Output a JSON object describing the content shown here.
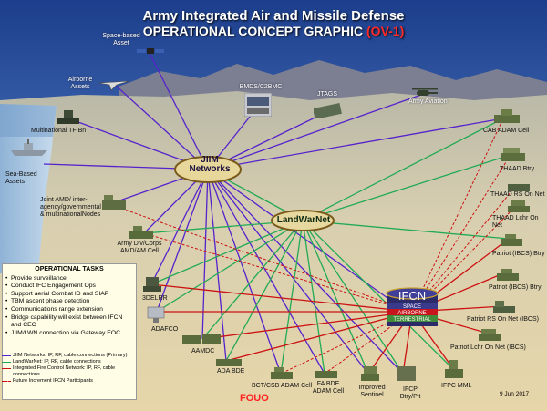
{
  "title": "Army Integrated Air and Missile Defense",
  "subtitle": "OPERATIONAL CONCEPT GRAPHIC",
  "subtitle_tag": "(OV-1)",
  "hubs": {
    "jiim": "JIIM\nNetworks",
    "landwarnet": "LandWarNet",
    "ifcn": "IFCN",
    "ifcn_bands": [
      "SPACE",
      "AIRBORNE",
      "TERRESTRIAL"
    ]
  },
  "nodes": {
    "space_asset": "Space-based\nAsset",
    "airborne_assets": "Airborne\nAssets",
    "multinational_tf": "Multinational TF Bn",
    "sea_based": "Sea-Based\nAssets",
    "bmds": "BMDS/C2BMC",
    "jtags": "JTAGS",
    "army_aviation": "Army Aviation",
    "cab_adam": "CAB ADAM Cell",
    "joint_amd": "Joint AMD/ inter-\nagency/governmental\n& multinationalNodes",
    "army_div": "Army Div/Corps\nAMD/AM Cell",
    "thaad_btry": "THAAD Btry",
    "thaad_rs": "THAAD RS On Net",
    "thaad_lchr": "THAAD Lchr  On Net",
    "patriot_ibcs_1": "Patriot (IBCS) Btry",
    "patriot_ibcs_2": "Patriot (IBCS) Btry",
    "patriot_rs": "Patriot RS On Net (IBCS)",
    "patriot_lchr": "Patriot Lchr On Net (IBCS)",
    "delrr": "3DELRR",
    "adafco": "ADAFCO",
    "aamdc": "AAMDC",
    "ada_bde": "ADA BDE",
    "bct_csb": "BCT/CSB ADAM Cell",
    "fa_bde": "FA  BDE\nADAM Cell",
    "improved_sentinel": "Improved\nSentinel",
    "ifcp_btry": "IFCP\nBtry/Plt",
    "ifpc_mml": "IFPC MML"
  },
  "tasks": {
    "heading": "OPERATIONAL  TASKS",
    "items": [
      "Provide surveillance",
      "Conduct IFC Engagement  Ops",
      "Support aerial Combat ID and SIAP",
      "TBM ascent phase detection",
      "Communications range extension",
      "Bridge capability will exist between IFCN and CEC",
      "JIIM/LWN connection via Gateway EOC"
    ]
  },
  "legend": [
    {
      "text": "JIIM Networks: IP, RF, cable connections (Primary)",
      "color": "#5522cc",
      "dash": false
    },
    {
      "text": "LandWarNet: IP, RF, cable connections",
      "color": "#22aa55",
      "dash": false
    },
    {
      "text": "Integrated Fire Control Network: IP, RF, cable connections",
      "color": "#cc1111",
      "dash": false
    },
    {
      "text": "Future Increment IFCN Participants",
      "color": "#cc1111",
      "dash": true
    }
  ],
  "footer": {
    "classification": "FOUO",
    "date": "9 Jun 2017"
  },
  "colors": {
    "jiim": "#5522cc",
    "landwarnet": "#22aa55",
    "ifcn": "#cc1111",
    "title": "#ffffff",
    "fouo": "#ff2020"
  }
}
